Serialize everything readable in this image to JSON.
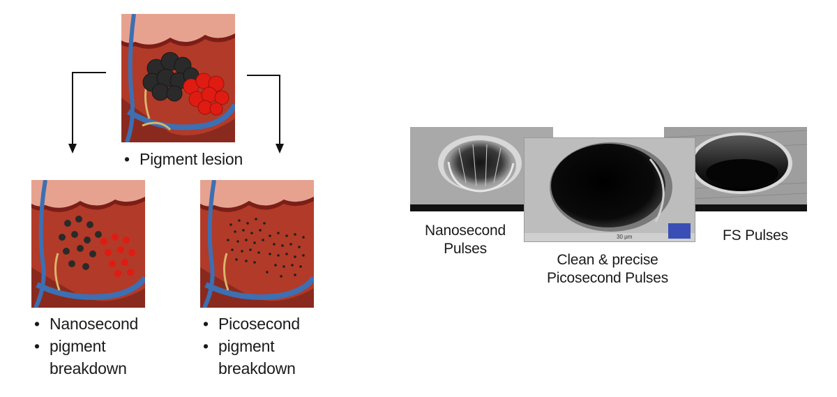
{
  "colors": {
    "tissue": "#b23a28",
    "epidermis": "#e6a28f",
    "vessel": "#3d6fb3",
    "black_pigment": "#2a2a2a",
    "red_pigment": "#e01b12",
    "scale_bar": "#3a4fb5"
  },
  "top": {
    "caption": "Pigment lesion",
    "arrow_icons": [
      "arrow-down-left-icon",
      "arrow-down-right-icon"
    ]
  },
  "left_panel": {
    "lines": [
      "Nanosecond",
      "pigment",
      "breakdown"
    ]
  },
  "right_panel": {
    "lines": [
      "Picosecond",
      "pigment",
      "breakdown"
    ]
  },
  "sem": {
    "nano": {
      "line1": "Nanosecond",
      "line2": "Pulses"
    },
    "pico": {
      "line1": "Clean & precise",
      "line2": "Picosecond Pulses",
      "scale_text": "30 μm"
    },
    "fs": {
      "label": "FS Pulses"
    }
  }
}
